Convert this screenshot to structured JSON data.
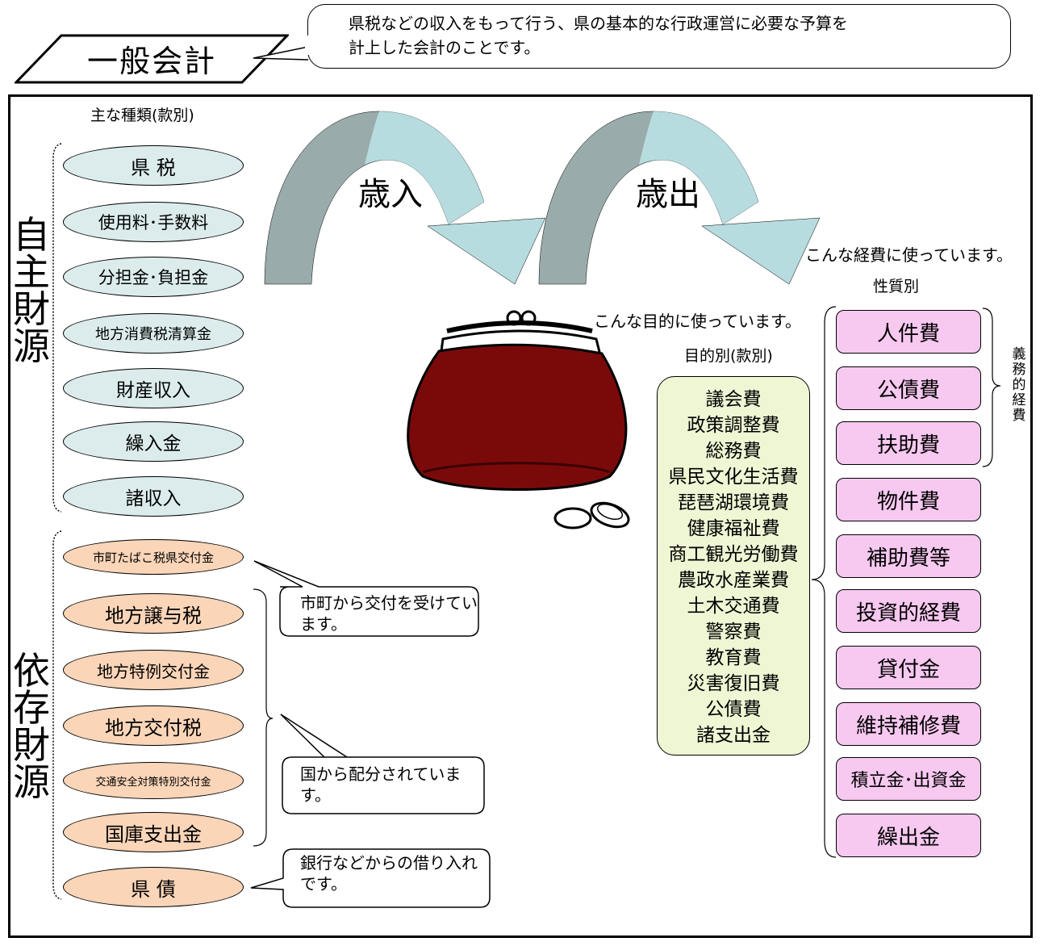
{
  "title": "一般会計",
  "description": "県税などの収入をもって行う、県の基本的な行政運営に必要な予算を計上した会計のことです。",
  "revenue": {
    "column_heading": "主な種類(款別)",
    "own_source_label": "自主財源",
    "own_source_items": [
      "県 税",
      "使用料･手数料",
      "分担金･負担金",
      "地方消費税清算金",
      "財産収入",
      "繰入金",
      "諸収入"
    ],
    "dependent_label": "依存財源",
    "dependent_items": [
      "市町たばこ税県交付金",
      "地方譲与税",
      "地方特例交付金",
      "地方交付税",
      "交通安全対策特別交付金",
      "国庫支出金",
      "県 債"
    ],
    "note_municipal": "市町から交付を受けています。",
    "note_national": "国から配分されています。",
    "note_bonds": "銀行などからの借り入れです。"
  },
  "arrows": {
    "revenue_label": "歳入",
    "expenditure_label": "歳出"
  },
  "expenditure": {
    "purpose_caption": "こんな目的に使っています。",
    "purpose_heading": "目的別(款別)",
    "purpose_items": [
      "議会費",
      "政策調整費",
      "総務費",
      "県民文化生活費",
      "琵琶湖環境費",
      "健康福祉費",
      "商工観光労働費",
      "農政水産業費",
      "土木交通費",
      "警察費",
      "教育費",
      "災害復旧費",
      "公債費",
      "諸支出金"
    ],
    "nature_caption": "こんな経費に使っています。",
    "nature_heading": "性質別",
    "nature_items": [
      "人件費",
      "公債費",
      "扶助費",
      "物件費",
      "補助費等",
      "投資的経費",
      "貸付金",
      "維持補修費",
      "積立金･出資金",
      "繰出金"
    ],
    "mandatory_label": "義務的経費"
  },
  "colors": {
    "own_source_fill": "#dcecec",
    "dependent_fill": "#fad5b8",
    "nature_fill": "#f7c8f0",
    "purpose_fill": "#eef6d4",
    "arrow_dark": "#9aabab",
    "arrow_light": "#b7dcdf",
    "purse": "#7a0a0a"
  }
}
